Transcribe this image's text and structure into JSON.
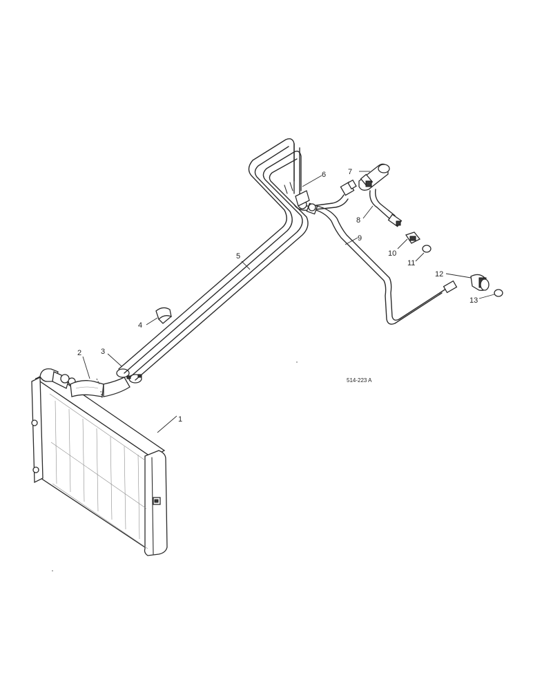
{
  "figure": {
    "reference_code": "514-223 A",
    "callouts": [
      {
        "id": "1",
        "label": "1",
        "part": "radiator"
      },
      {
        "id": "2",
        "label": "2",
        "part": "hose"
      },
      {
        "id": "3",
        "label": "3",
        "part": "clamp"
      },
      {
        "id": "4",
        "label": "4",
        "part": "clip"
      },
      {
        "id": "5",
        "label": "5",
        "part": "tube"
      },
      {
        "id": "6",
        "label": "6",
        "part": "tube"
      },
      {
        "id": "7",
        "label": "7",
        "part": "tee"
      },
      {
        "id": "8",
        "label": "8",
        "part": "tube"
      },
      {
        "id": "9",
        "label": "9",
        "part": "tube"
      },
      {
        "id": "10",
        "label": "10",
        "part": "connector"
      },
      {
        "id": "11",
        "label": "11",
        "part": "o-ring"
      },
      {
        "id": "12",
        "label": "12",
        "part": "elbow"
      },
      {
        "id": "13",
        "label": "13",
        "part": "o-ring"
      }
    ]
  }
}
